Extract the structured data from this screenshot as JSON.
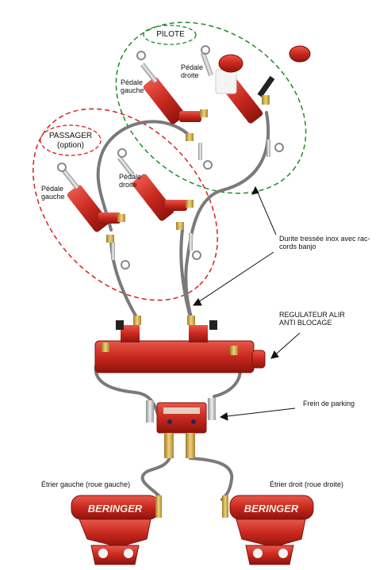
{
  "labels": {
    "pilote": "PILOTE",
    "passager_line1": "PASSAGER",
    "passager_line2": "(option)",
    "pilote_pedale_gauche_l1": "Pédale",
    "pilote_pedale_gauche_l2": "gauche",
    "pilote_pedale_droite_l1": "Pédale",
    "pilote_pedale_droite_l2": "droite",
    "passager_pedale_gauche_l1": "Pédale",
    "passager_pedale_gauche_l2": "gauche",
    "passager_pedale_droite_l1": "Pédale",
    "passager_pedale_droite_l2": "droite",
    "durite_l1": "Durite tressée inox avec rac-",
    "durite_l2": "cords banjo",
    "regulateur_l1": "REGULATEUR ALIR",
    "regulateur_l2": "ANTI BLOCAGE",
    "frein_parking": "Frein de parking",
    "etrier_gauche": "Étrier gauche (roue gauche)",
    "etrier_droit": "Étrier droit (roue droite)",
    "caliper_brand": "BERINGER"
  },
  "colors": {
    "pilote_group": "#1f8a2a",
    "passager_group": "#d42020",
    "component_red": "#c8281e",
    "hose_grey": "#7a7a7a"
  }
}
